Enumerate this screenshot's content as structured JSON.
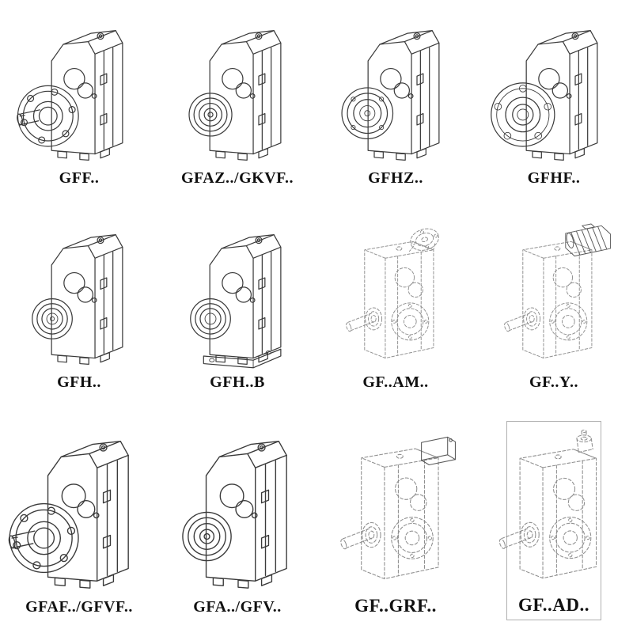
{
  "page": {
    "background": "#ffffff",
    "line_color": "#3a3a3a",
    "phantom_line_color": "#8f8f8f",
    "label_color": "#111111"
  },
  "catalog": {
    "cells": [
      {
        "label": "GFF..",
        "drawing": "helical-gearbox-output-flange-solid-shaft"
      },
      {
        "label": "GFAZ../GKVF..",
        "drawing": "helical-gearbox-hollow-shaft"
      },
      {
        "label": "GFHZ..",
        "drawing": "helical-gearbox-hollow-shaft-large-boss"
      },
      {
        "label": "GFHF..",
        "drawing": "helical-gearbox-output-flange-hollow-bore"
      },
      {
        "label": "GFH..",
        "drawing": "helical-gearbox-hollow-shaft-bearing-rings"
      },
      {
        "label": "GFH..B",
        "drawing": "helical-gearbox-with-baseplate"
      },
      {
        "label": "GF..AM..",
        "drawing": "phantom-gearbox-iec-adapter-flange"
      },
      {
        "label": "GF..Y..",
        "drawing": "phantom-gearbox-with-motor"
      },
      {
        "label": "GFAF../GFVF..",
        "drawing": "helical-gearbox-output-flange-solid-shaft"
      },
      {
        "label": "GFA../GFV..",
        "drawing": "helical-gearbox-hollow-shaft"
      },
      {
        "label": "GF..GRF..",
        "drawing": "phantom-gearbox-coupling-block"
      },
      {
        "label": "GF..AD..",
        "drawing": "phantom-gearbox-input-adapter"
      }
    ]
  }
}
